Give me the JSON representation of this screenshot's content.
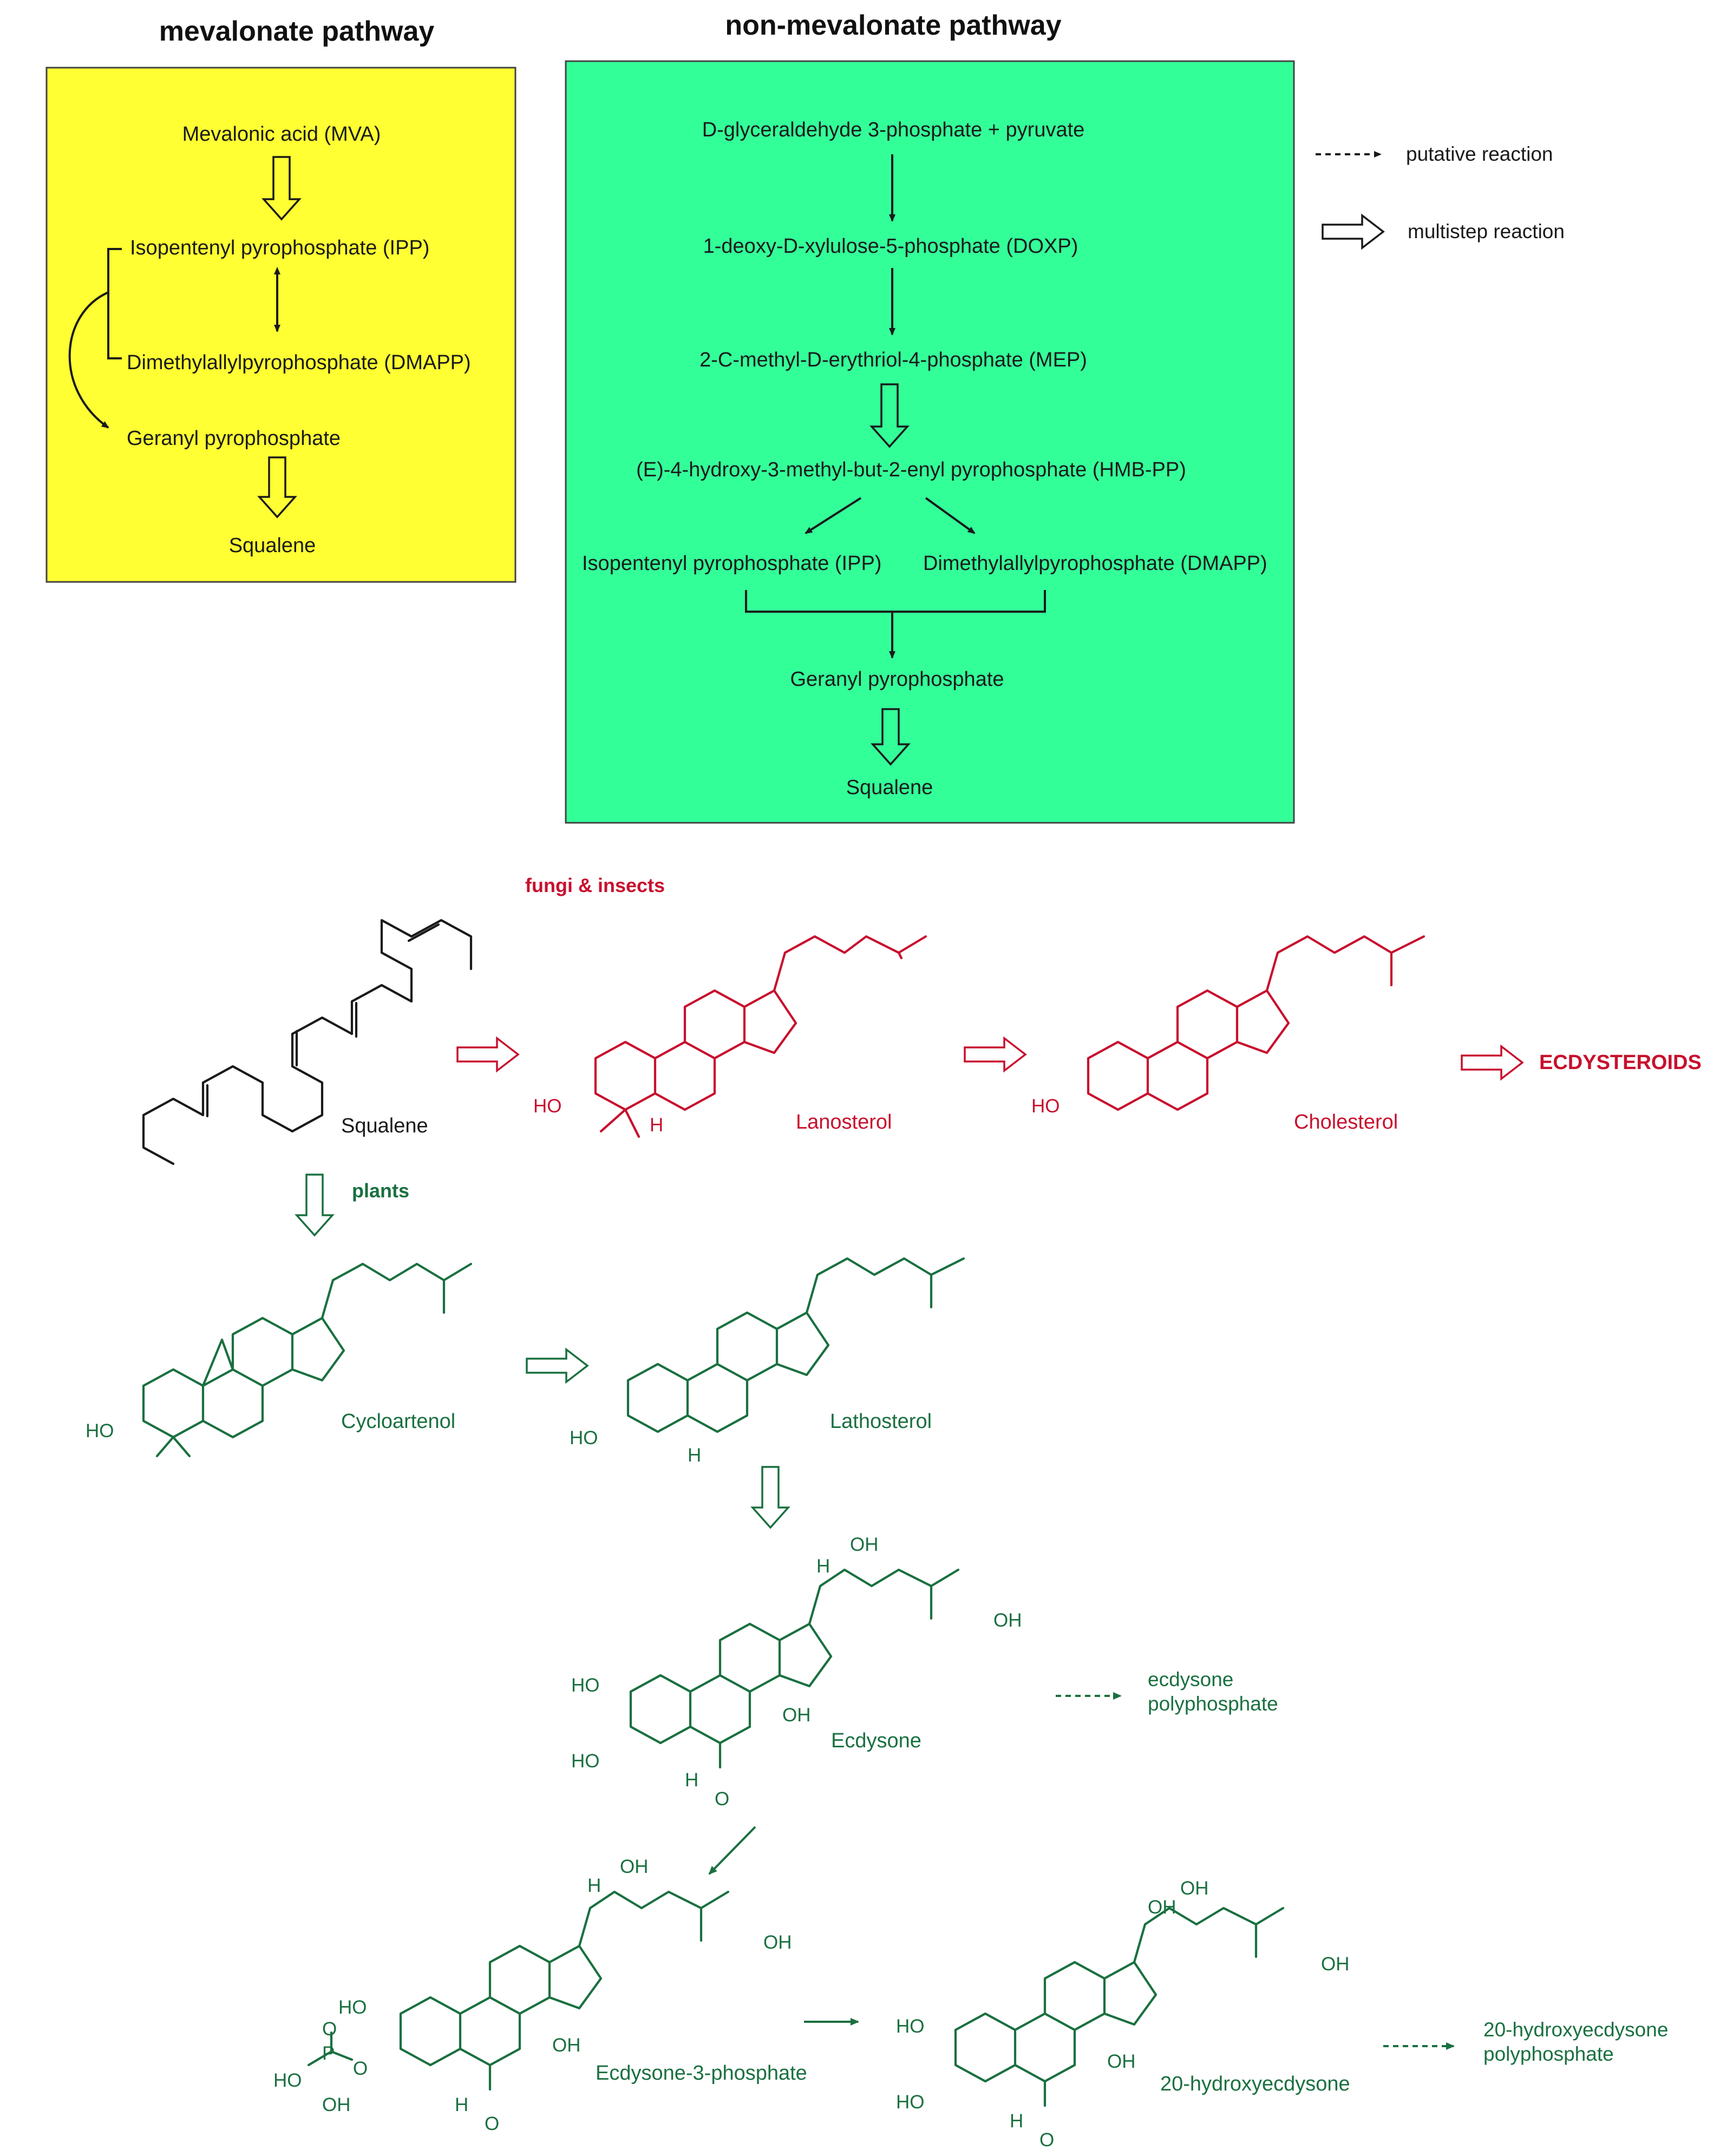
{
  "mevalonate": {
    "title": "mevalonate pathway",
    "box_color": "#ffff33",
    "steps": [
      "Mevalonic acid (MVA)",
      "Isopentenyl pyrophosphate (IPP)",
      "Dimethylallylpyrophosphate (DMAPP)",
      "Geranyl pyrophosphate",
      "Squalene"
    ]
  },
  "nonmevalonate": {
    "title": "non-mevalonate pathway",
    "box_color": "#33ff99",
    "steps": [
      "D-glyceraldehyde 3-phosphate + pyruvate",
      "1-deoxy-D-xylulose-5-phosphate (DOXP)",
      "2-C-methyl-D-erythriol-4-phosphate (MEP)",
      "(E)-4-hydroxy-3-methyl-but-2-enyl pyrophosphate (HMB-PP)",
      "Isopentenyl pyrophosphate (IPP)",
      "Dimethylallylpyrophosphate (DMAPP)",
      "Geranyl pyrophosphate",
      "Squalene"
    ]
  },
  "legend": {
    "putative": "putative reaction",
    "multistep": "multistep reaction"
  },
  "branches": {
    "fungi": "fungi & insects",
    "plants": "plants"
  },
  "products": {
    "ecdysteroids": "ECDYSTEROIDS",
    "ecdysone_polyphosphate": [
      "ecdysone",
      "polyphosphate"
    ],
    "hydroxy_polyphosphate": [
      "20-hydroxyecdysone",
      "polyphosphate"
    ]
  },
  "molecules": {
    "squalene": "Squalene",
    "lanosterol": "Lanosterol",
    "cholesterol": "Cholesterol",
    "cycloartenol": "Cycloartenol",
    "lathosterol": "Lathosterol",
    "ecdysone": "Ecdysone",
    "ecdysone3p": "Ecdysone-3-phosphate",
    "hydroxyecdysone": "20-hydroxyecdysone"
  },
  "atoms": {
    "ho": "HO",
    "oh": "OH",
    "h": "H",
    "o": "O",
    "p": "P"
  },
  "colors": {
    "red": "#c8102e",
    "green": "#1a7040",
    "black": "#1a1a1a"
  }
}
